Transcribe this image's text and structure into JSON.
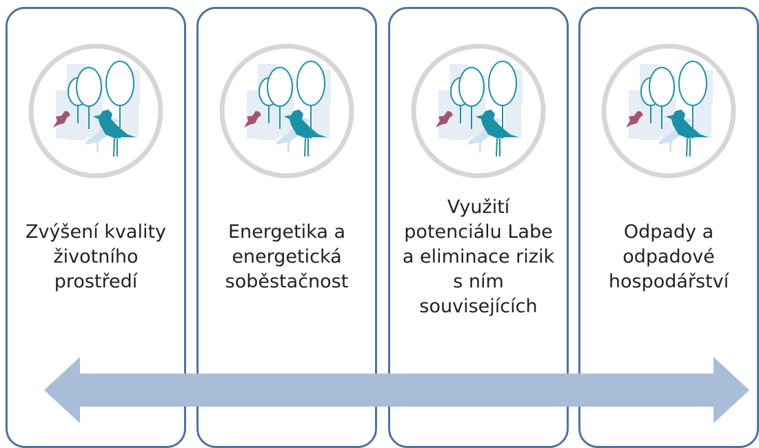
{
  "cards": [
    {
      "label": "Zvýšení kvality\nživotního\nprostředí"
    },
    {
      "label": "Energetika a\nenergetická\nsoběstačnost"
    },
    {
      "label": "Využití\npotenciálu Labe\na eliminace rizik\ns ním\nsouvisejících"
    },
    {
      "label": "Odpady a\nodpadové\nhospodářství"
    }
  ],
  "icons": {
    "card_art": "city-trees-birds-icon",
    "arrow": "double-headed-arrow"
  },
  "colors": {
    "card_border": "#4e72a4",
    "arrow_fill": "#a9bcd8",
    "bird_teal": "#1b91a8",
    "bird_pink": "#a2566f",
    "bird_light": "#cfe1f0",
    "building": "#e6edf5",
    "circle_ring": "#d6d6d6"
  }
}
